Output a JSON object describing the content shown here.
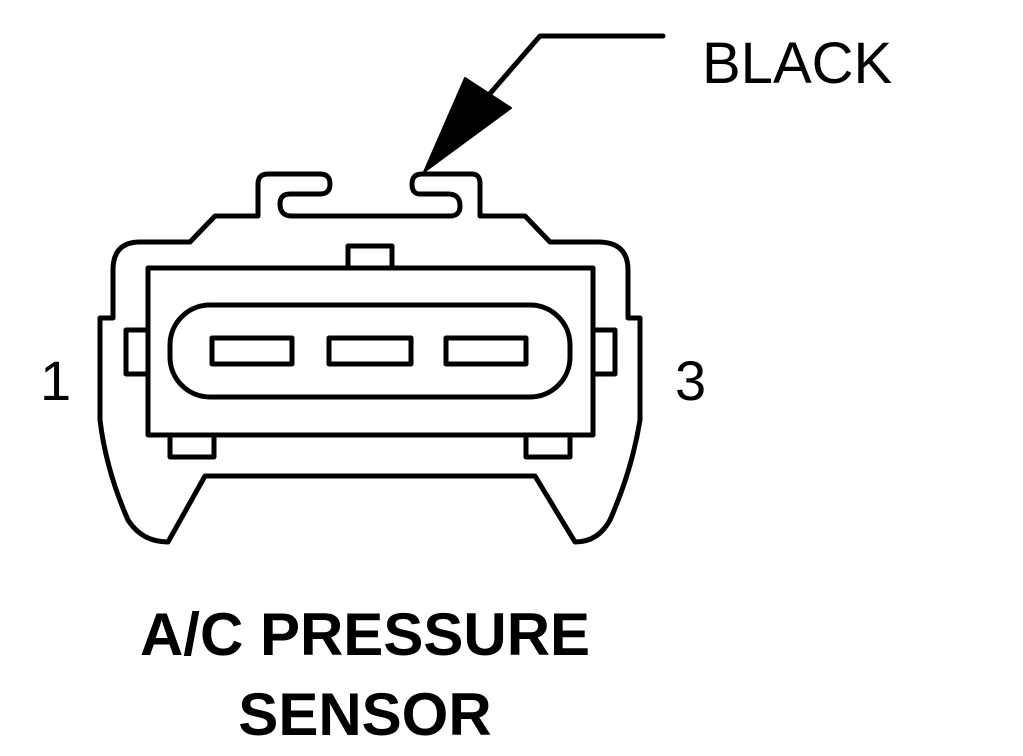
{
  "diagram": {
    "callout_label": "BLACK",
    "pin_left": "1",
    "pin_right": "3",
    "title_line1": "A/C PRESSURE",
    "title_line2": "SENSOR",
    "colors": {
      "line": "#000000",
      "background": "#ffffff"
    }
  }
}
